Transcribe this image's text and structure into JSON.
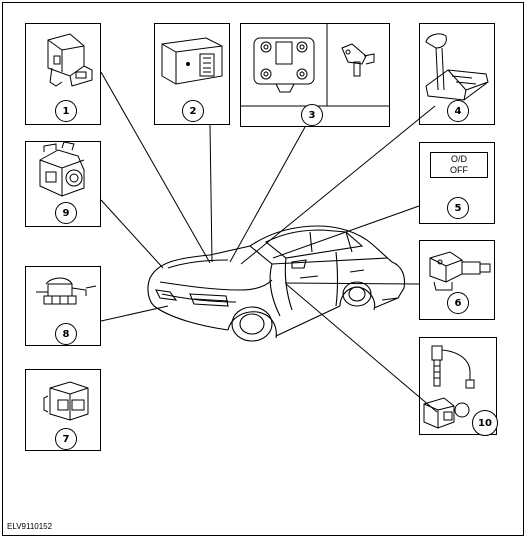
{
  "diagram": {
    "caption": "ELV9110152",
    "components": [
      {
        "number": "1"
      },
      {
        "number": "2"
      },
      {
        "number": "3"
      },
      {
        "number": "4"
      },
      {
        "number": "5",
        "display_line1": "O/D",
        "display_line2": "OFF"
      },
      {
        "number": "6"
      },
      {
        "number": "7"
      },
      {
        "number": "8"
      },
      {
        "number": "9"
      },
      {
        "number": "10"
      }
    ]
  }
}
